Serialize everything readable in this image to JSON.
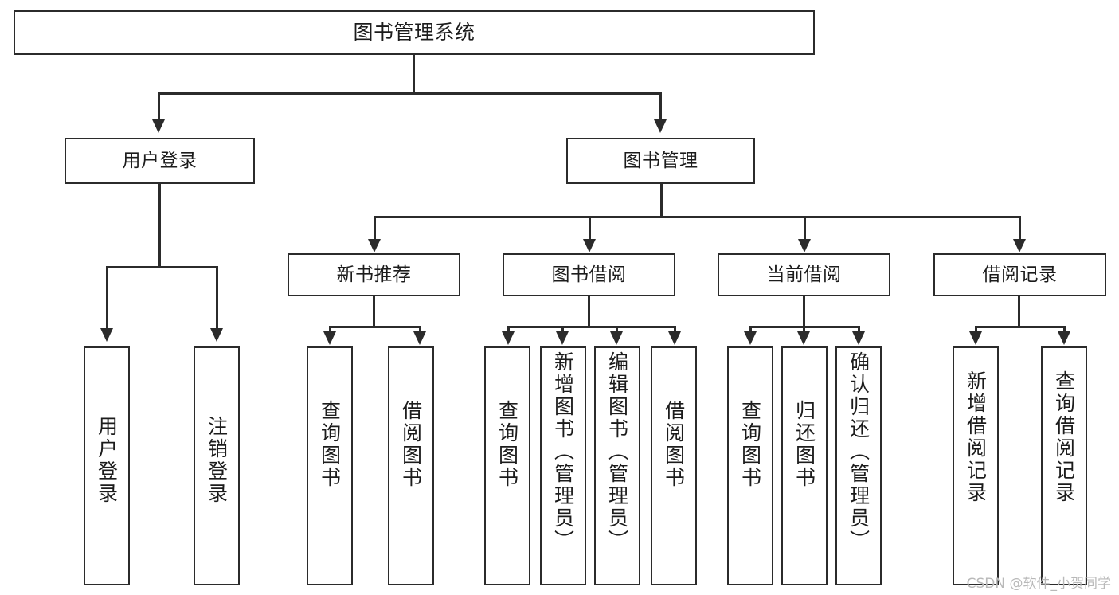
{
  "diagram": {
    "title": "图书管理系统",
    "watermark": "CSDN @软件_小贺同学",
    "colors": {
      "stroke": "#2b2b2b",
      "fill": "#ffffff",
      "text": "#1c1c1c",
      "watermark": "#b9b9b9"
    },
    "root": {
      "label": "图书管理系统"
    },
    "level2": [
      {
        "label": "用户登录"
      },
      {
        "label": "图书管理"
      }
    ],
    "level3": [
      {
        "label": "新书推荐"
      },
      {
        "label": "图书借阅"
      },
      {
        "label": "当前借阅"
      },
      {
        "label": "借阅记录"
      }
    ],
    "leaves": {
      "user_login": [
        {
          "label": "用户登录"
        },
        {
          "label": "注销登录"
        }
      ],
      "new_book_recommend": [
        {
          "label": "查询图书"
        },
        {
          "label": "借阅图书"
        }
      ],
      "book_borrow": [
        {
          "label": "查询图书"
        },
        {
          "label": "新增图书（管理员）"
        },
        {
          "label": "编辑图书（管理员）"
        },
        {
          "label": "借阅图书"
        }
      ],
      "current_borrow": [
        {
          "label": "查询图书"
        },
        {
          "label": "归还图书"
        },
        {
          "label": "确认归还（管理员）"
        }
      ],
      "borrow_record": [
        {
          "label": "新增借阅记录"
        },
        {
          "label": "查询借阅记录"
        }
      ]
    }
  }
}
